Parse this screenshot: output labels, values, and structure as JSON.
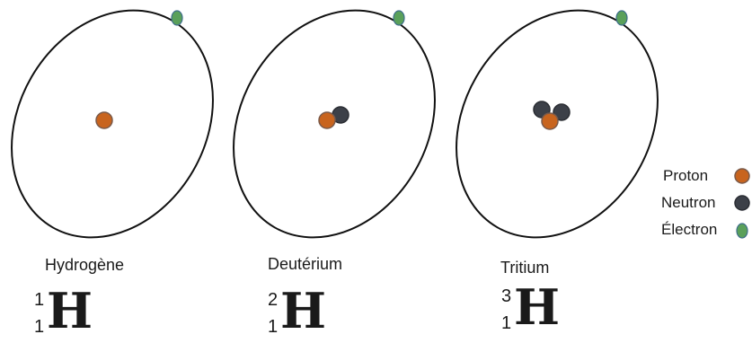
{
  "isotopes": [
    {
      "name": "Hydrogène",
      "mass_number": "1",
      "atomic_number": "1",
      "symbol": "H",
      "protons": 1,
      "neutrons": 0,
      "electrons": 1
    },
    {
      "name": "Deutérium",
      "mass_number": "2",
      "atomic_number": "1",
      "symbol": "H",
      "protons": 1,
      "neutrons": 1,
      "electrons": 1
    },
    {
      "name": "Tritium",
      "mass_number": "3",
      "atomic_number": "1",
      "symbol": "H",
      "protons": 1,
      "neutrons": 2,
      "electrons": 1
    }
  ],
  "legend": {
    "proton_label": "Proton",
    "neutron_label": "Neutron",
    "electron_label": "Électron"
  },
  "colors": {
    "proton": "#c8641e",
    "proton_stroke": "#7a5a4a",
    "neutron": "#3c4048",
    "neutron_stroke": "#2a2d33",
    "electron": "#5aa05a",
    "electron_stroke": "#3e6e8a",
    "orbit": "#111111"
  }
}
